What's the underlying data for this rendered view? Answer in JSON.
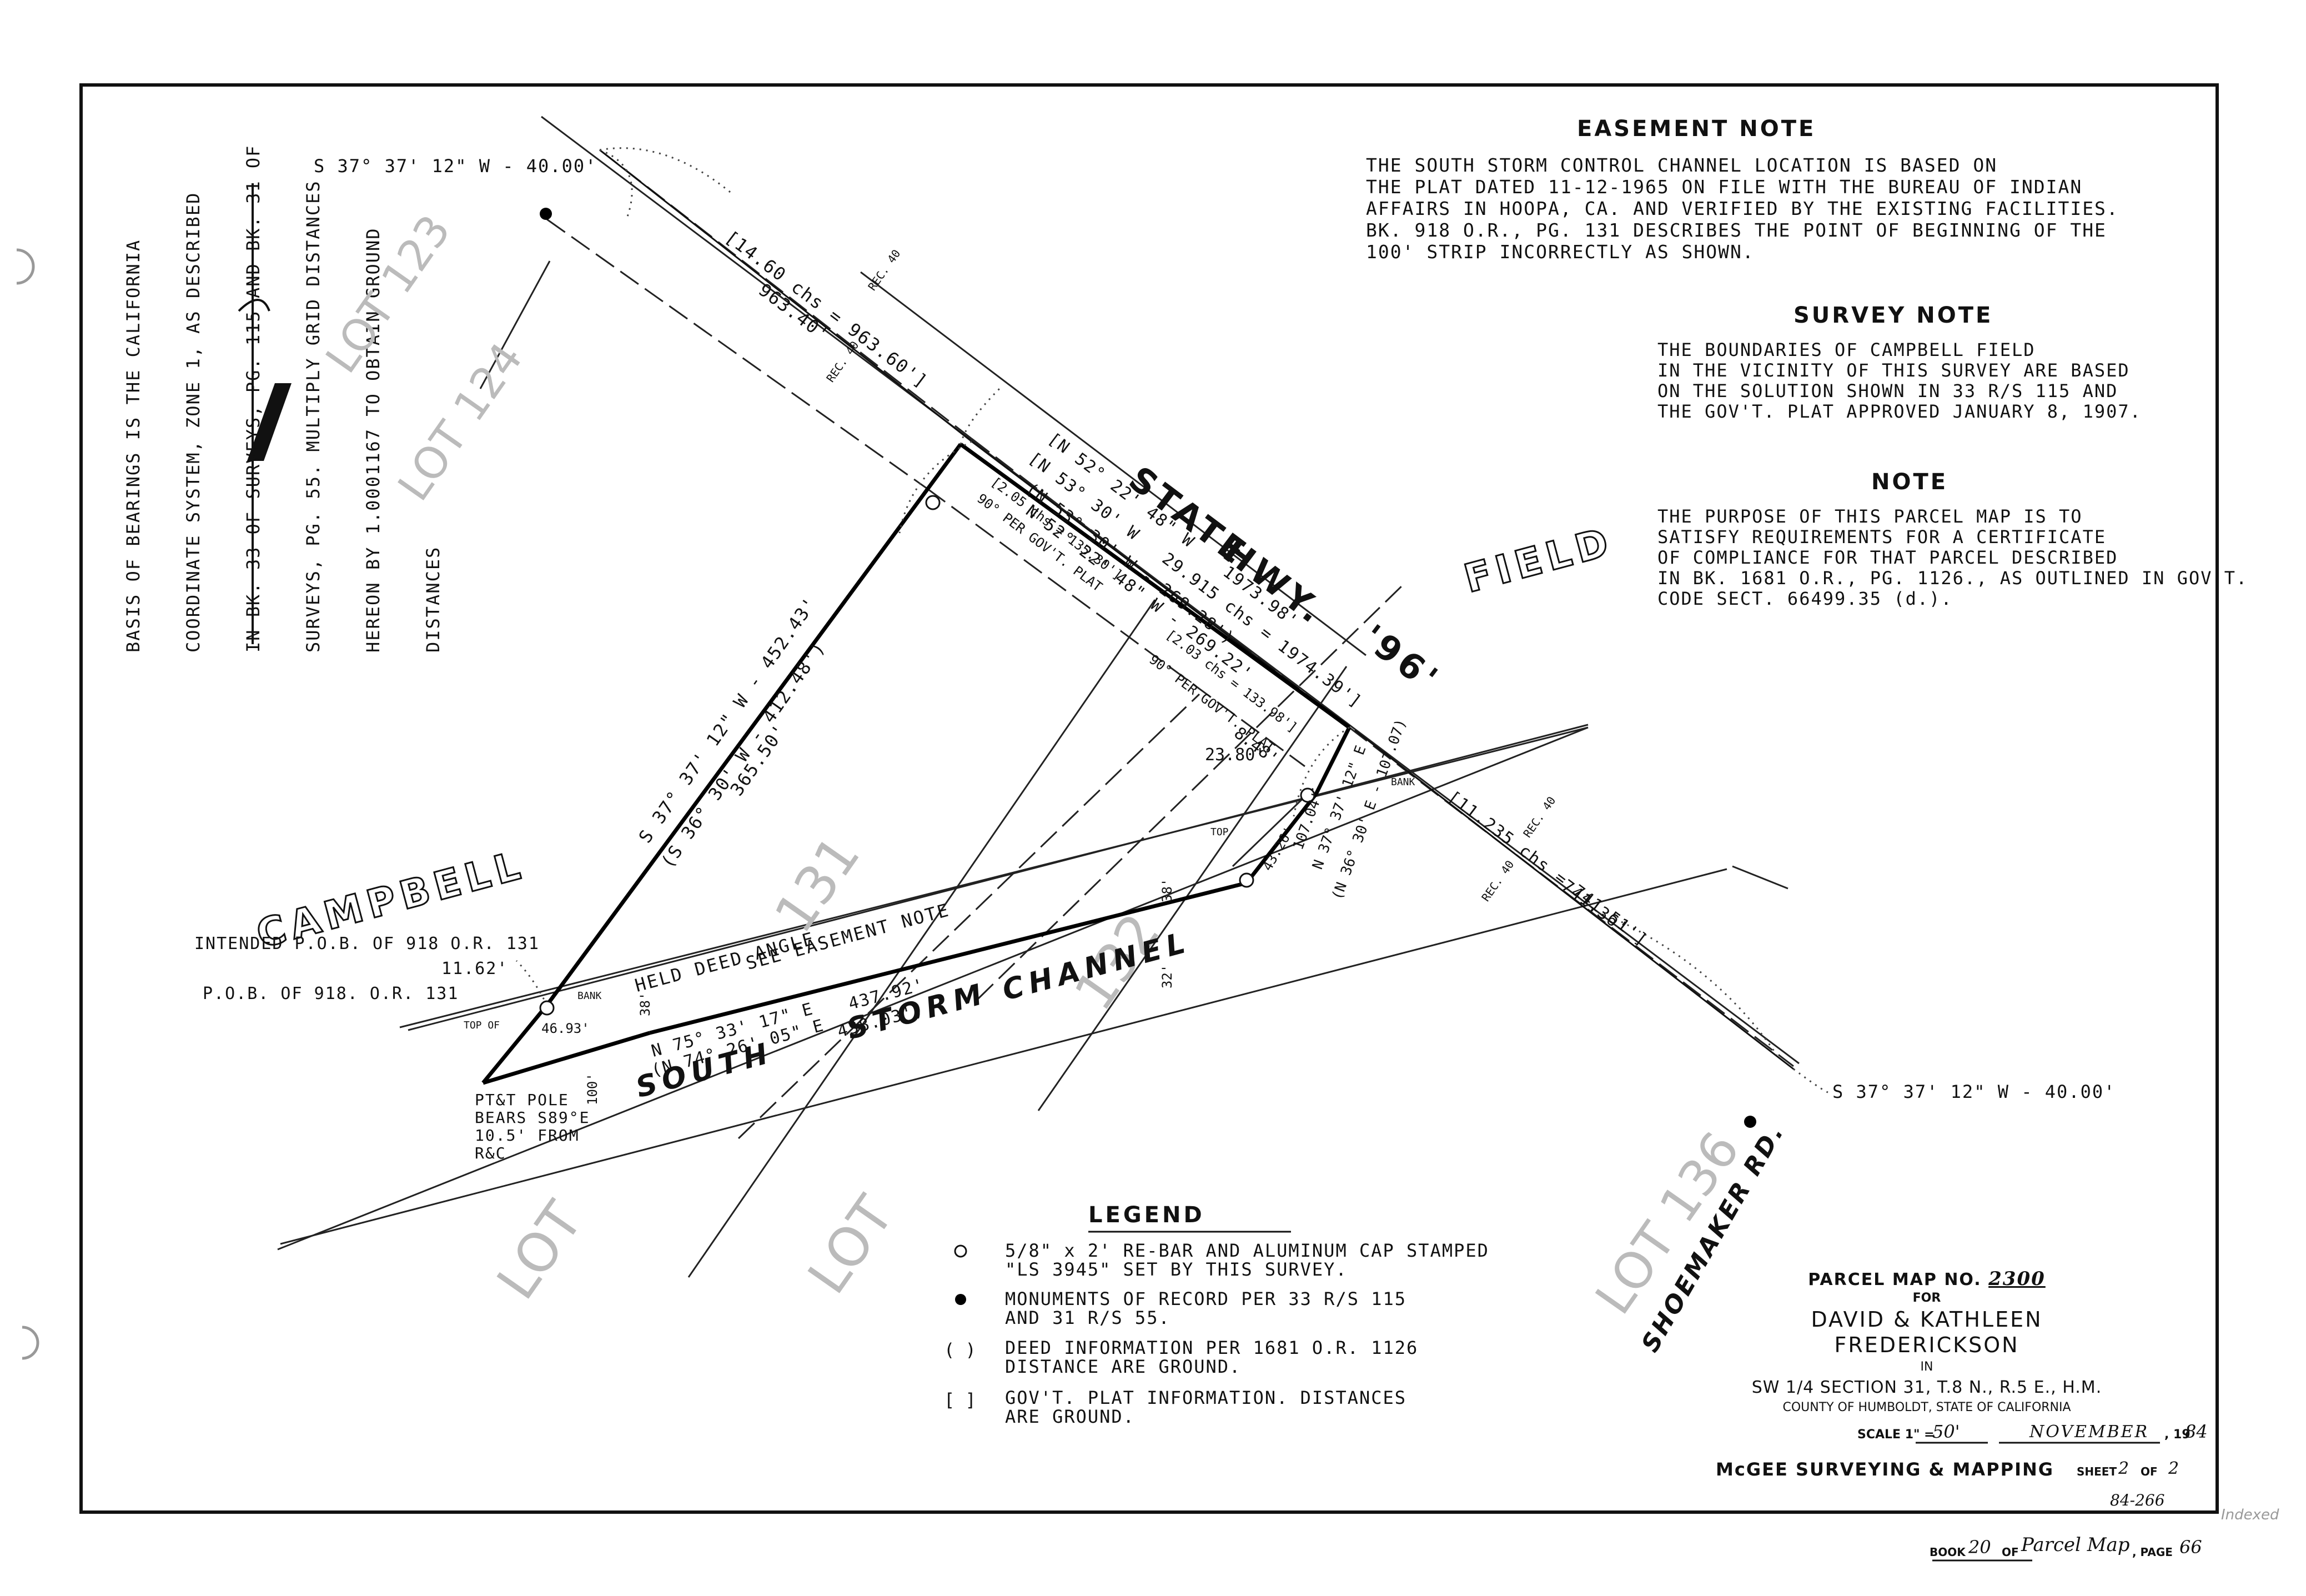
{
  "notes": {
    "easement_title": "EASEMENT NOTE",
    "easement_lines": [
      "THE SOUTH STORM CONTROL CHANNEL LOCATION IS BASED ON",
      "THE PLAT DATED 11-12-1965 ON FILE WITH THE BUREAU OF INDIAN",
      "AFFAIRS IN HOOPA, CA. AND VERIFIED BY THE EXISTING FACILITIES.",
      "BK. 918 O.R., PG. 131 DESCRIBES THE POINT OF BEGINNING OF THE",
      "100' STRIP INCORRECTLY AS SHOWN."
    ],
    "survey_title": "SURVEY NOTE",
    "survey_lines": [
      "THE BOUNDARIES OF CAMPBELL FIELD",
      "IN THE VICINITY OF THIS SURVEY ARE BASED",
      "ON THE SOLUTION SHOWN IN 33 R/S 115 AND",
      "THE GOV'T. PLAT APPROVED JANUARY 8, 1907."
    ],
    "note_title": "NOTE",
    "note_lines": [
      "THE PURPOSE OF THIS PARCEL MAP IS TO",
      "SATISFY REQUIREMENTS FOR A CERTIFICATE",
      "OF COMPLIANCE FOR THAT PARCEL DESCRIBED",
      "IN BK. 1681 O.R., PG. 1126., AS OUTLINED IN GOV'T.",
      "CODE SECT. 66499.35 (d.)."
    ]
  },
  "basis_of_bearings": [
    "BASIS OF BEARINGS IS THE CALIFORNIA",
    "COORDINATE SYSTEM, ZONE 1, AS DESCRIBED",
    "IN BK. 33 OF SURVEYS, PG. 115 AND BK. 31 OF",
    "SURVEYS, PG. 55. MULTIPLY GRID DISTANCES",
    "HEREON BY 1.0001167 TO OBTAIN GROUND",
    "DISTANCES"
  ],
  "map_labels": {
    "lot_123": "LOT 123",
    "lot_124": "LOT 124",
    "lot_131": "131",
    "lot_132": "132",
    "lot_136": "LOT 136",
    "lot_left": "LOT",
    "lot_mid": "LOT",
    "campbell": "CAMPBELL",
    "field": "FIELD",
    "state": "STATE",
    "hwy": "HWY.",
    "hwy_96": "'96'",
    "south": "SOUTH",
    "storm": "STORM",
    "channel": "CHANNEL",
    "shoemaker": "SHOEMAKER RD.",
    "see_easement": "SEE EASEMENT NOTE",
    "held_deed": "HELD DEED ANGLE",
    "intended_pob": "INTENDED P.O.B. OF 918 O.R. 131",
    "pob": "P.O.B. OF 918. O.R. 131",
    "pt_pole_1": "PT&T POLE",
    "pt_pole_2": "BEARS S89°E",
    "pt_pole_3": "10.5' FROM",
    "pt_pole_4": "R&C",
    "top_of": "TOP OF",
    "top": "TOP",
    "bank": "BANK",
    "bank2": "BANK"
  },
  "dimensions": {
    "tie_top": "S 37° 37' 12\" W - 40.00'",
    "tie_bottom": "S 37° 37' 12\" W - 40.00'",
    "nw_line_1": "[14.60 chs = 963.60']",
    "nw_line_2": "963.40'",
    "rec40_a": "REC. 40",
    "rec40_b": "REC. 40",
    "rec40_c": "REC. 40",
    "rec40_d": "REC. 40",
    "hwy_1": "[N 52° 22' 48\" W",
    "hwy_2": "[N 53° 30' W   29.915 chs = 1974.39']",
    "hwy_3": "1973.98'",
    "hwy_4": "(N 53° 30' W - 269.28')",
    "hwy_5": "N 52° 22' 48\" W - 269.22'",
    "hwy_6": "[2.05 chs = 135.30']",
    "hwy_7": "90° PER GOV'T. PLAT",
    "hwy_8": "[2.03 chs = 133.98']",
    "hwy_9": "90° PER GOV'T. PLAT",
    "d_848": "8.48'",
    "d_2380": "23.80'",
    "west_1": "S 37° 37' 12\" W - 452.43'",
    "west_2": "(S 36° 30' W - 412.48')",
    "west_3": "365.50'",
    "east_1": "N 37° 37' 12\" E",
    "east_2": "(N 36° 30' E - 107.07)",
    "east_3": "107.04'",
    "east_4": "43.26'",
    "se_1": "[11.235 chs = 741.51']",
    "se_2": "741.36'",
    "south_1": "N 75° 33' 17\" E",
    "south_2": "(N 74° 26' 05\" E",
    "south_3": "438.03')",
    "south_4": "437.92'",
    "d_1162": "11.62'",
    "d_4693": "46.93'",
    "d_38a": "38'",
    "d_38b": "38'",
    "d_32": "32'",
    "d_100": "100'"
  },
  "legend": {
    "title": "LEGEND",
    "items": [
      {
        "symbol": "o",
        "lines": [
          "5/8\" x 2' RE-BAR AND ALUMINUM CAP STAMPED",
          "\"LS 3945\" SET BY THIS SURVEY."
        ]
      },
      {
        "symbol": "●",
        "lines": [
          "MONUMENTS OF RECORD PER 33 R/S 115",
          "AND 31 R/S 55."
        ]
      },
      {
        "symbol": "( )",
        "lines": [
          "DEED INFORMATION PER 1681 O.R. 1126",
          "DISTANCE ARE GROUND."
        ]
      },
      {
        "symbol": "[ ]",
        "lines": [
          "GOV'T. PLAT INFORMATION. DISTANCES",
          "ARE GROUND."
        ]
      }
    ]
  },
  "title_block": {
    "parcel_map": "PARCEL MAP NO.",
    "parcel_no": "2300",
    "for": "FOR",
    "owner": "DAVID & KATHLEEN FREDERICKSON",
    "in": "IN",
    "section": "SW 1/4 SECTION 31, T.8 N., R.5 E., H.M.",
    "county": "COUNTY OF HUMBOLDT, STATE OF CALIFORNIA",
    "scale_label": "SCALE 1\" =",
    "scale_value": "50'",
    "month": "NOVEMBER",
    "year_prefix": ", 19",
    "year_suffix": "84",
    "firm": "McGEE SURVEYING & MAPPING",
    "sheet_label": "SHEET",
    "sheet_no": "2",
    "of_label": "OF",
    "sheet_total": "2",
    "job_no": "84-266"
  },
  "footer": {
    "book_label": "BOOK",
    "book_no": "20",
    "of_label": "OF",
    "book_type": "Parcel Map",
    "page_label": ", PAGE",
    "page_no": "66",
    "stamp": "Indexed"
  }
}
